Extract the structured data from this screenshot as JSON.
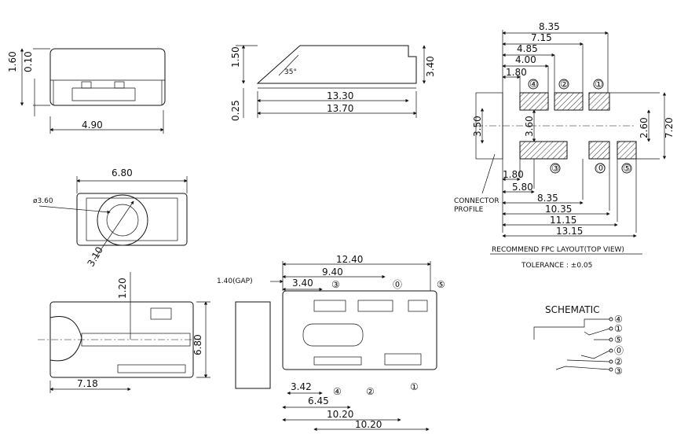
{
  "side_view": {
    "dim_top_h": "1.60",
    "dim_gap": "0.10",
    "dim_width": "4.90"
  },
  "profile_view": {
    "dim_h": "1.50",
    "dim_thk": "0.25",
    "dim_angle": "35°",
    "dim_side": "3.40",
    "dim_len1": "13.30",
    "dim_len2": "13.70"
  },
  "round_view": {
    "dim_w": "6.80",
    "dim_dia": "ø3.60",
    "dim_r": "3.10"
  },
  "bottom_view": {
    "dim_y": "1.20",
    "dim_h": "6.80",
    "dim_x": "7.18"
  },
  "top_view": {
    "dim_gap": "1.40(GAP)",
    "dim_a": "3.40",
    "dim_b": "9.40",
    "dim_c": "12.40",
    "dim_d": "3.42",
    "dim_e": "6.45",
    "dim_f": "10.20",
    "dim_g": "10.20",
    "pin_labels": [
      "③",
      "⓪",
      "⑤",
      "④",
      "②",
      "①"
    ]
  },
  "fpc_layout": {
    "top_dims": [
      "8.35",
      "7.15",
      "4.85",
      "4.00",
      "1.80"
    ],
    "bottom_dims": [
      "1.80",
      "5.80",
      "8.35",
      "10.35",
      "11.15",
      "13.15"
    ],
    "left_dim": "3.50",
    "mid_dim": "3.60",
    "right_dim1": "2.60",
    "right_dim2": "7.20",
    "pad_labels": [
      "④",
      "②",
      "①",
      "③",
      "⓪",
      "⑤"
    ],
    "connector_label_1": "CONNECTOR",
    "connector_label_2": "PROFILE",
    "caption": "RECOMMEND FPC LAYOUT(TOP VIEW)",
    "tolerance": "TOLERANCE : ±0.05"
  },
  "schematic": {
    "title": "SCHEMATIC",
    "pins": [
      "④",
      "①",
      "⑤",
      "⓪",
      "②",
      "③"
    ]
  }
}
